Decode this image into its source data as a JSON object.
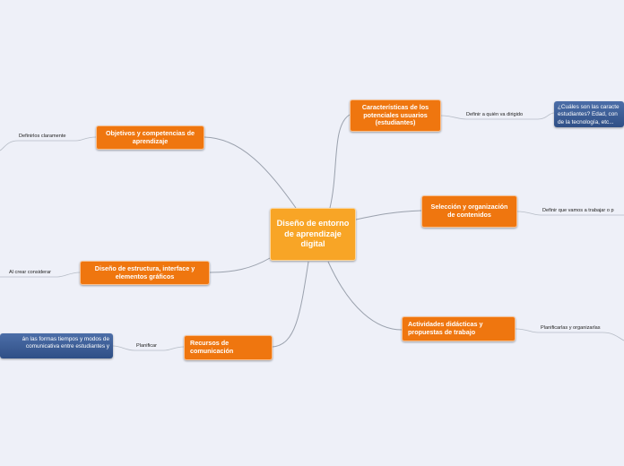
{
  "central": "Diseño de entorno de aprendizaje digital",
  "topics": {
    "caracteristicas": {
      "label": "Características de los potenciales usuarios (estudiantes)",
      "relation": "Definir a quién va dirigido",
      "note_line1": "¿Cuáles son las caracte",
      "note_line2": "estudiantes? Edad, con",
      "note_line3": "de la tecnología, etc..."
    },
    "objetivos": {
      "label": "Objetivos y competencias de aprendizaje",
      "relation": "Definirlos claramente"
    },
    "seleccion": {
      "label": "Selección y organización de contenidos",
      "relation": "Definir que vamos a trabajar o p"
    },
    "diseno": {
      "label": "Diseño de estructura, interface y elementos gráficos",
      "relation": "Al crear considerar"
    },
    "actividades": {
      "label": "Actividades didácticas y propuestas de trabajo",
      "relation": "Planificarlas y organizarlas"
    },
    "recursos": {
      "label": "Recursos de comunicación",
      "relation": "Planificar",
      "note_line1": "án las formas tiempos y modos de",
      "note_line2": "comunicativa entre estudiantes y"
    }
  },
  "colors": {
    "background": "#eef0f8",
    "central": "#f8a526",
    "topic": "#ef760f",
    "note": "#3a5c95",
    "connector": "#9aa1ad"
  }
}
